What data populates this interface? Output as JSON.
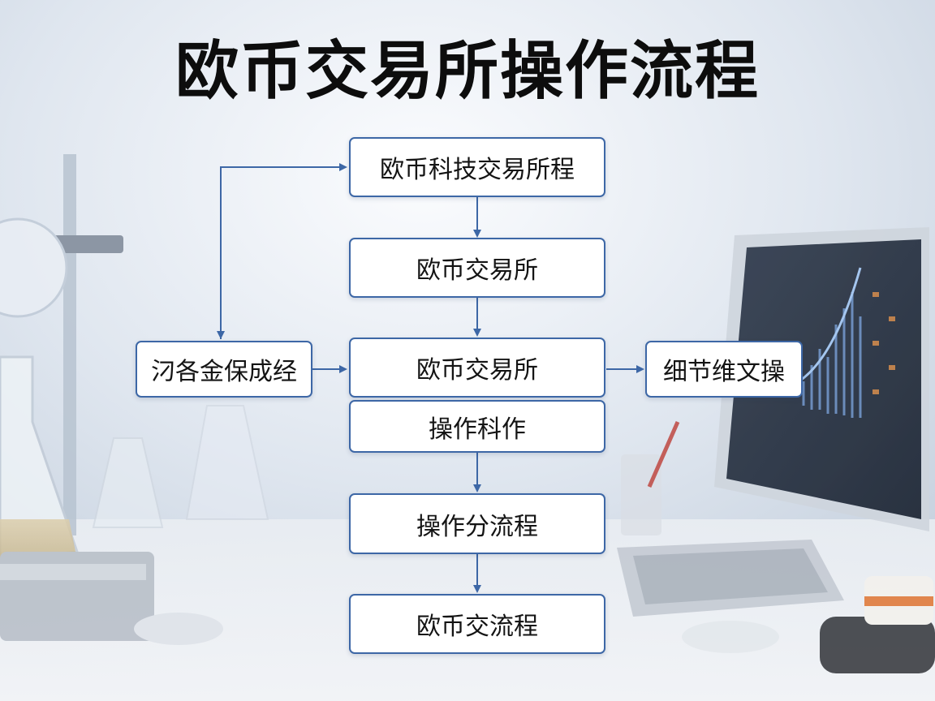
{
  "title": "欧币交易所操作流程",
  "colors": {
    "node_border": "#3d67a6",
    "arrow": "#3d67a6",
    "title": "#0d0d0d"
  },
  "nodes": [
    {
      "id": "n1",
      "label": "欧币科技交易所程"
    },
    {
      "id": "n2",
      "label": "欧币交易所"
    },
    {
      "id": "n3",
      "label": "欧币交易所"
    },
    {
      "id": "n4",
      "label": "操作科作"
    },
    {
      "id": "n5",
      "label": "操作分流程"
    },
    {
      "id": "n6",
      "label": "欧币交流程"
    },
    {
      "id": "n7",
      "label": "汈各金保成经"
    },
    {
      "id": "n8",
      "label": "细节维文操"
    }
  ]
}
